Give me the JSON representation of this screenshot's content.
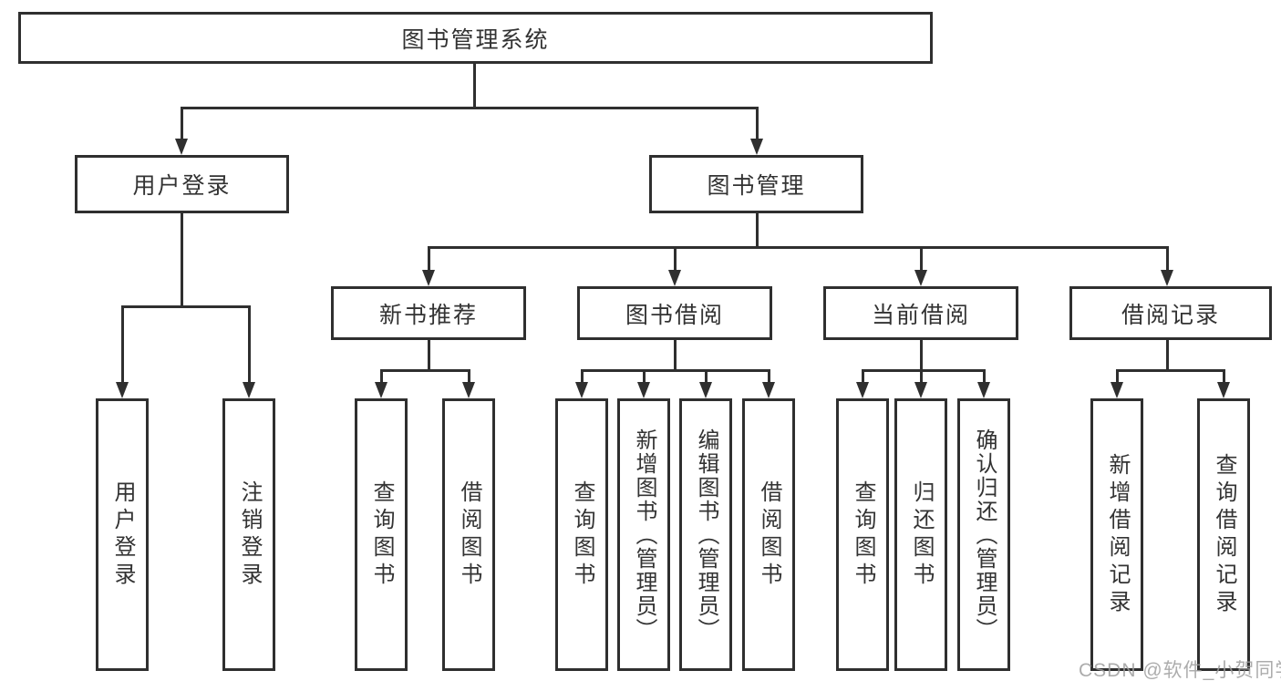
{
  "diagram": {
    "root": {
      "label": "图书管理系统"
    },
    "level2": [
      {
        "label": "用户登录"
      },
      {
        "label": "图书管理"
      }
    ],
    "level3": [
      {
        "label": "新书推荐"
      },
      {
        "label": "图书借阅"
      },
      {
        "label": "当前借阅"
      },
      {
        "label": "借阅记录"
      }
    ],
    "leaves": [
      {
        "label": "用户登录"
      },
      {
        "label": "注销登录"
      },
      {
        "label": "查询图书"
      },
      {
        "label": "借阅图书"
      },
      {
        "label": "查询图书"
      },
      {
        "label": "新增图书（管理员）"
      },
      {
        "label": "编辑图书（管理员）"
      },
      {
        "label": "借阅图书"
      },
      {
        "label": "查询图书"
      },
      {
        "label": "归还图书"
      },
      {
        "label": "确认归还（管理员）"
      },
      {
        "label": "新增借阅记录"
      },
      {
        "label": "查询借阅记录"
      }
    ],
    "watermark": "CSDN @软件_小贺同学",
    "colors": {
      "line": "#2f2f2f",
      "text": "#333333",
      "watermark": "#9e9e9e",
      "background": "#ffffff"
    }
  }
}
